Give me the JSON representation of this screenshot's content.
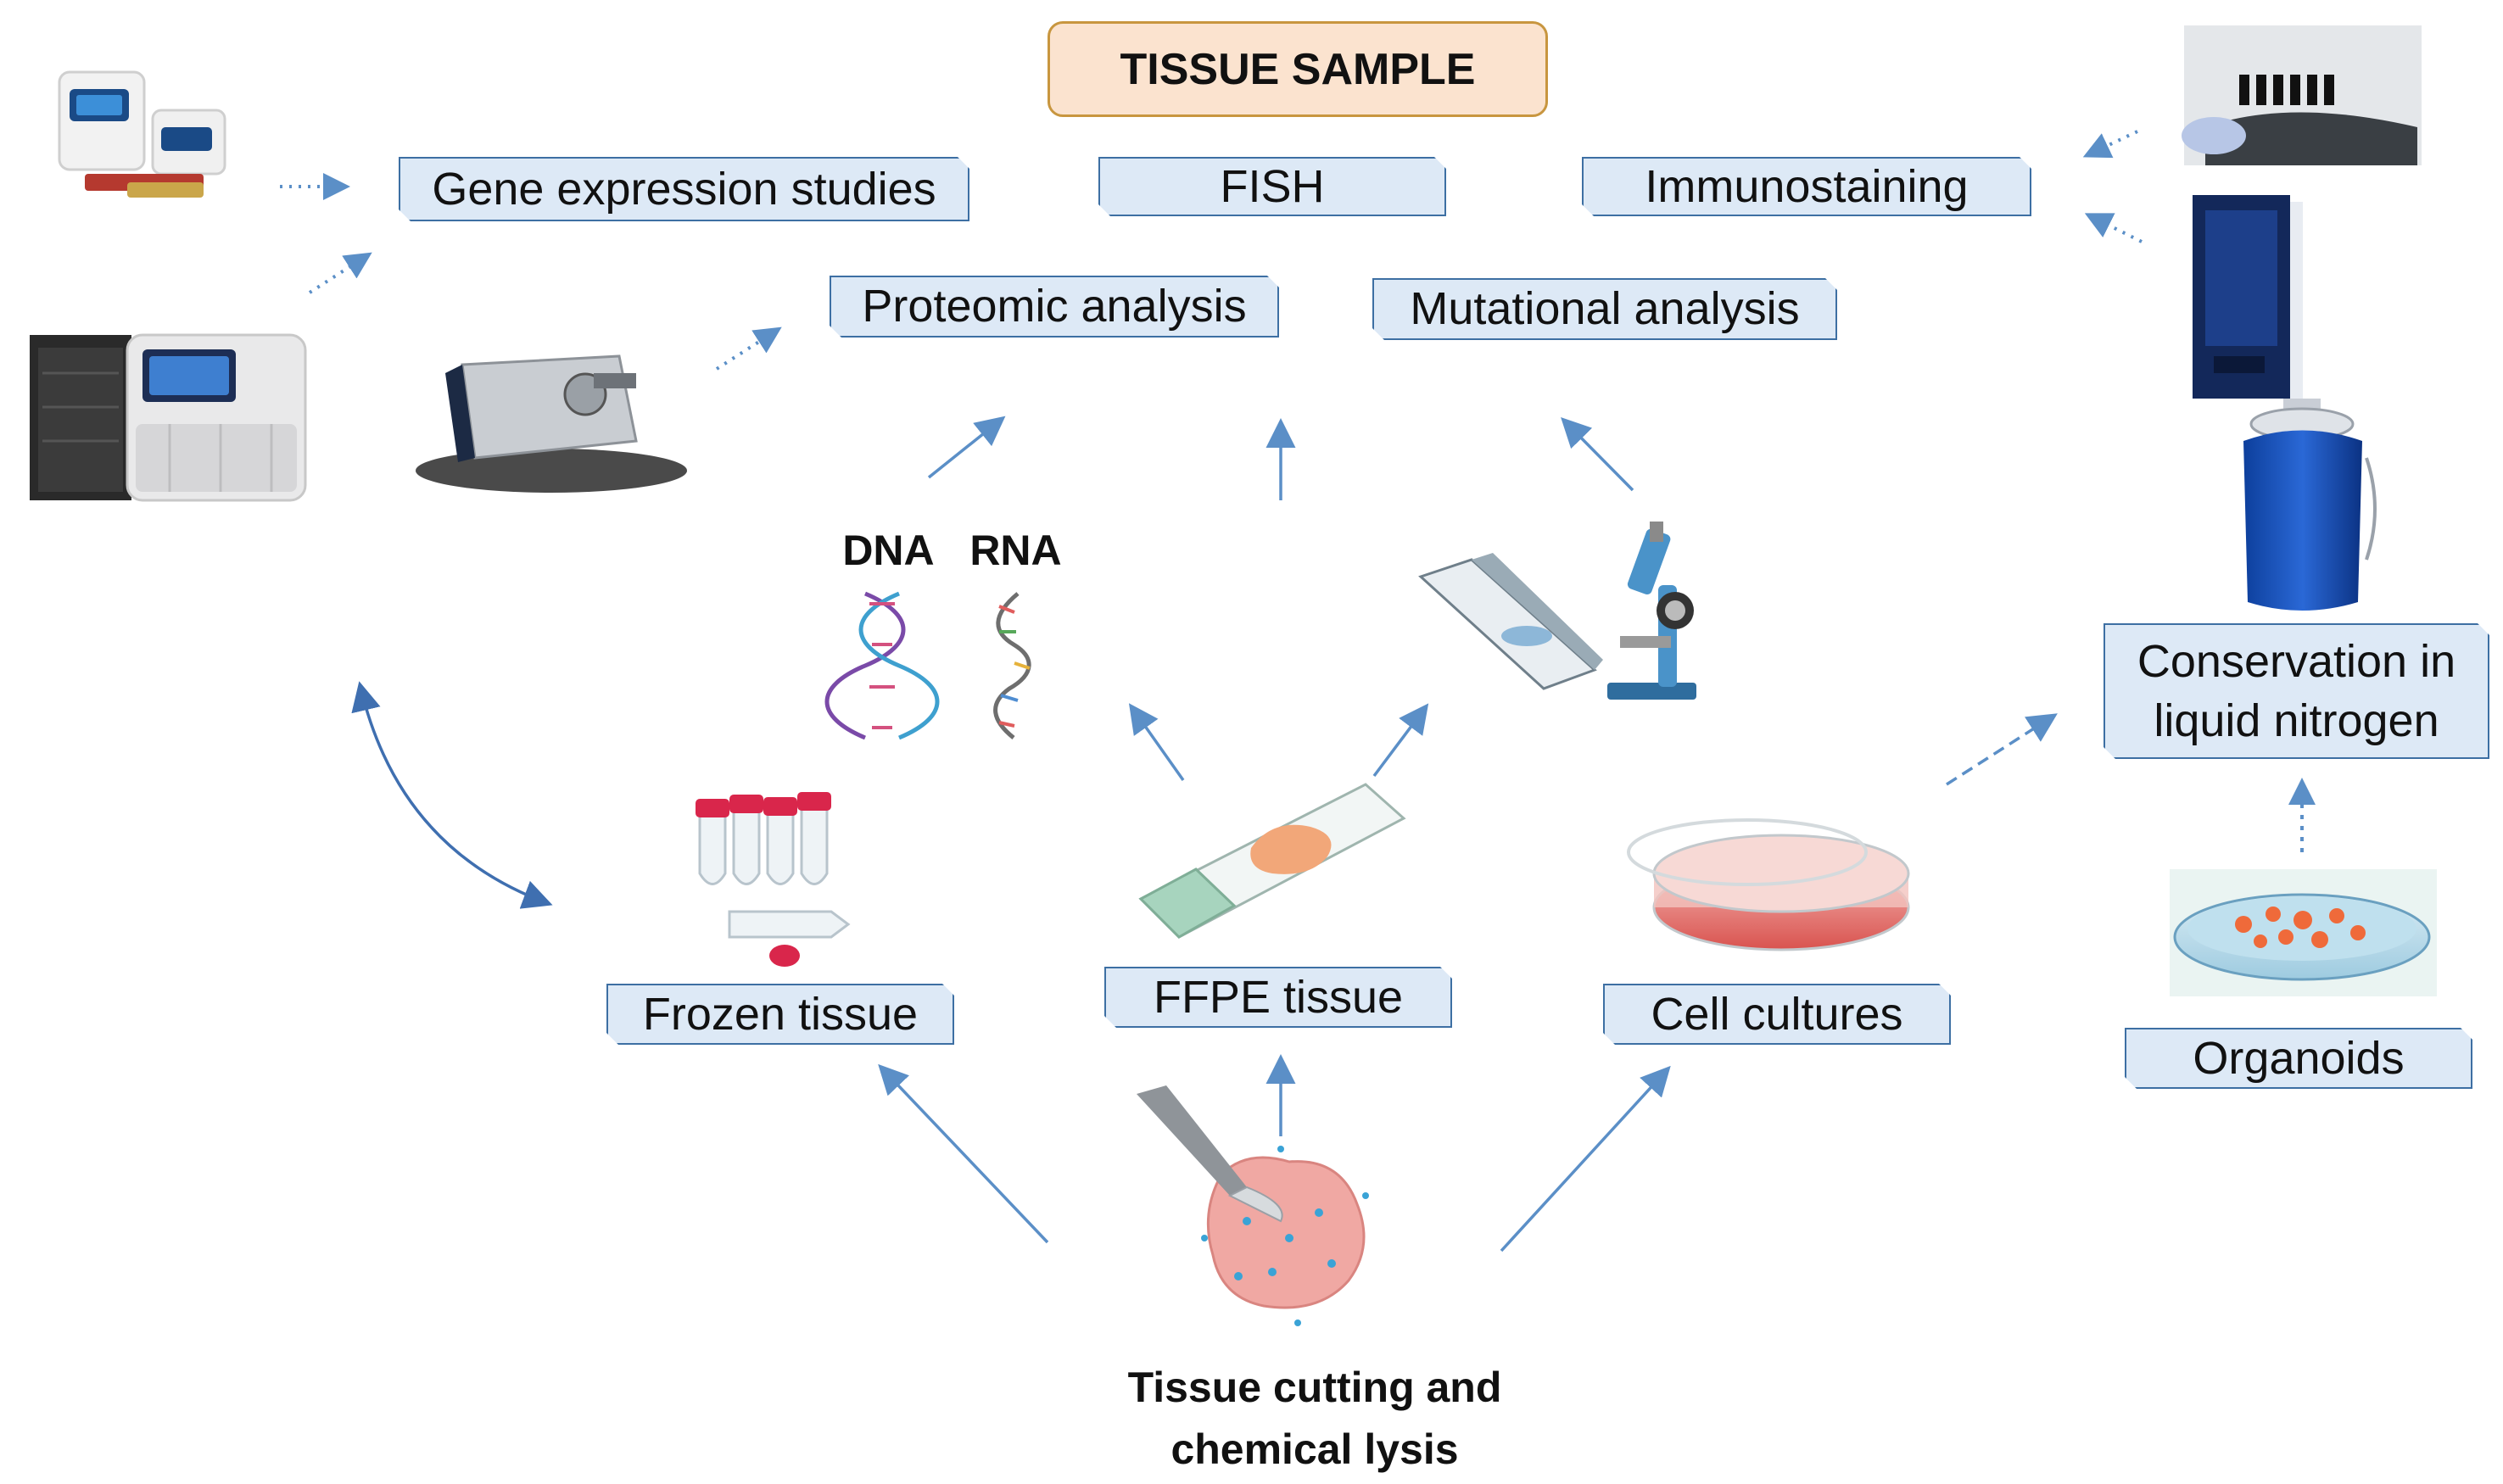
{
  "title": "TISSUE SAMPLE",
  "techniques": {
    "gene_expression": "Gene expression studies",
    "fish": "FISH",
    "immunostaining": "Immunostaining",
    "proteomic": "Proteomic analysis",
    "mutational": "Mutational analysis"
  },
  "nucleic_acids": {
    "dna": "DNA",
    "rna": "RNA"
  },
  "samples": {
    "frozen": "Frozen tissue",
    "ffpe": "FFPE tissue",
    "cell_cultures": "Cell cultures",
    "organoids": "Organoids",
    "conservation": "Conservation in\nliquid nitrogen"
  },
  "source": "Tissue cutting and\nchemical lysis",
  "colors": {
    "arrow": "#5b8fc7",
    "label_fill": "#dde9f6",
    "label_border": "#3d6fa3",
    "title_fill": "#fbe3cf",
    "title_border": "#c8963f"
  }
}
